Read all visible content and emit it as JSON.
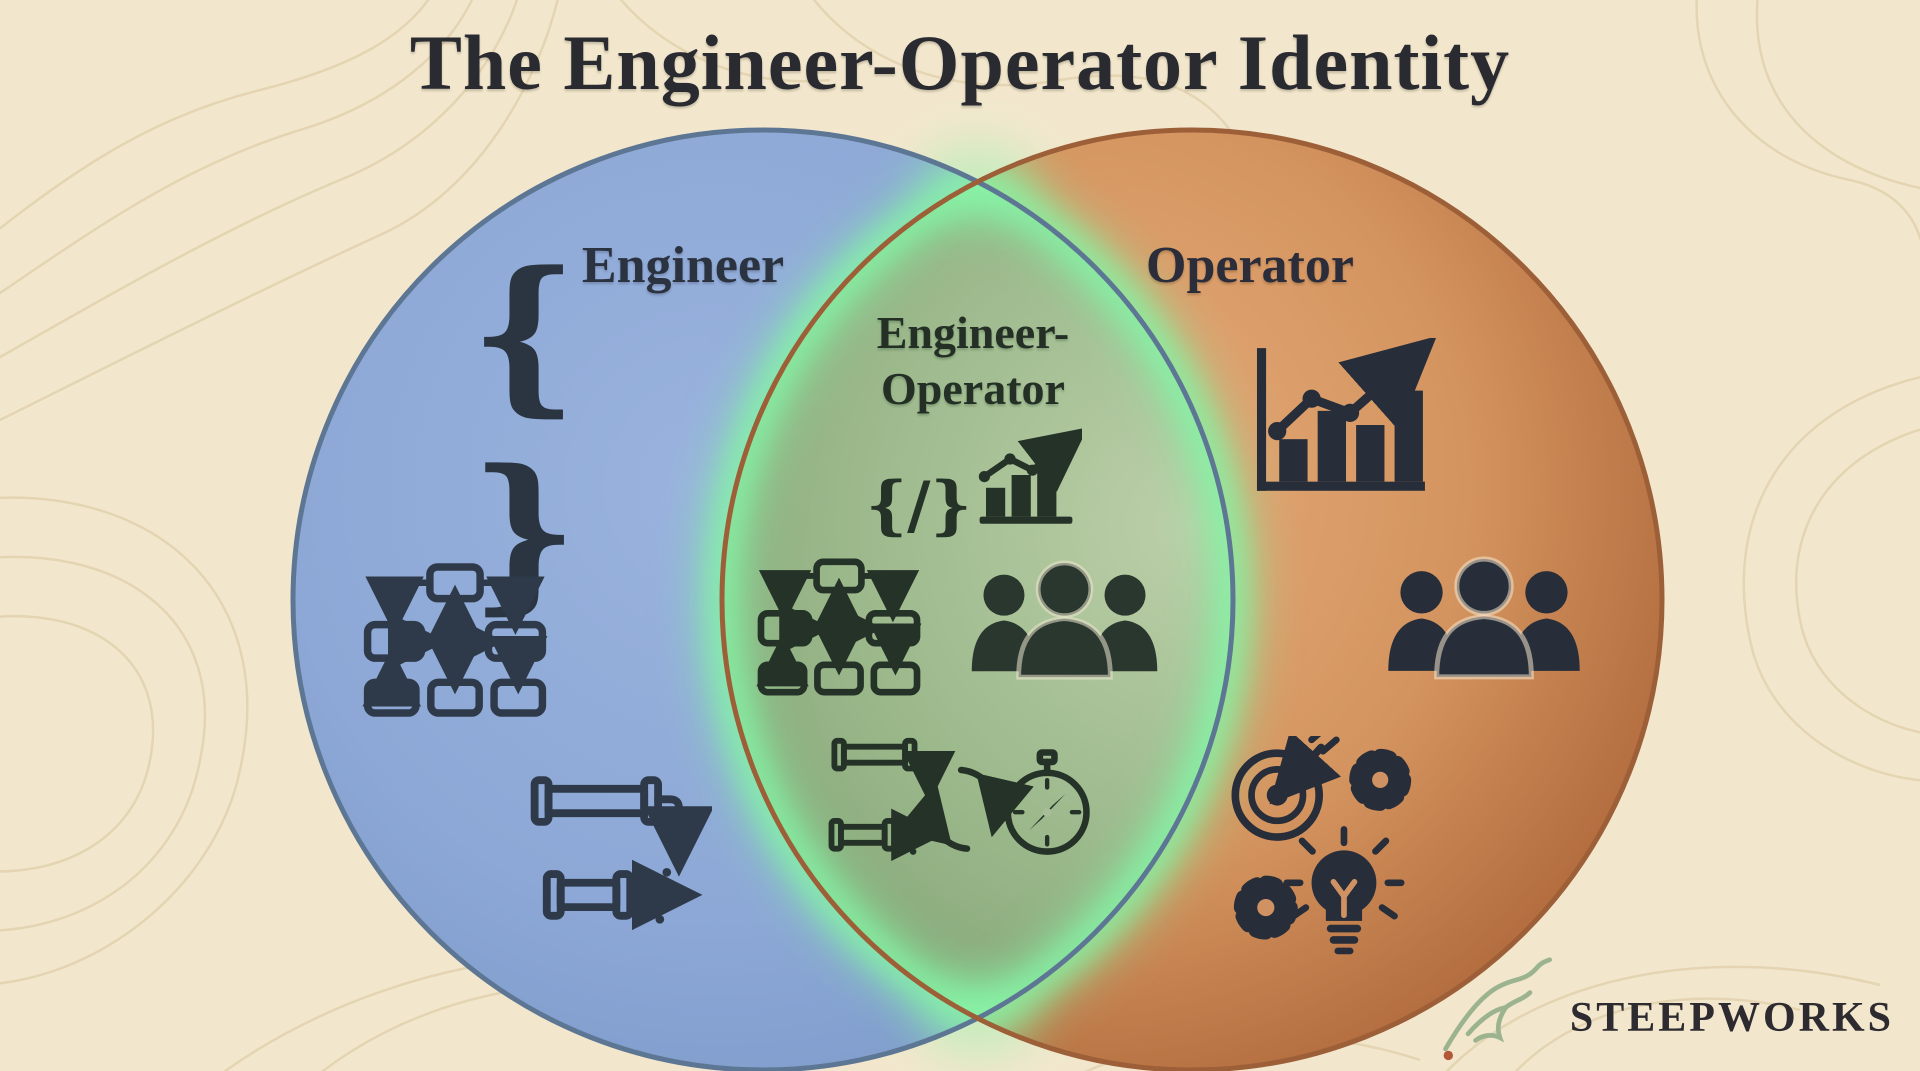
{
  "title": "The Engineer-Operator Identity",
  "diagram": {
    "left_circle": {
      "label": "Engineer",
      "fill": "#8da8d6",
      "border": "#5d7694",
      "glyphs": {
        "curly_braces": "{ }"
      },
      "icons": [
        "curly-braces-icon",
        "flowchart-icon",
        "pipeline-flow-icon"
      ]
    },
    "overlap": {
      "label_line1": "Engineer-",
      "label_line2": "Operator",
      "fill": "#9cba8c",
      "glow": "#7df0a0",
      "glyphs": {
        "code": "{/}"
      },
      "icons": [
        "code-chart-icon",
        "flowchart-icon",
        "team-icon",
        "pipeline-cycle-compass-icon"
      ]
    },
    "right_circle": {
      "label": "Operator",
      "fill": "#d3915e",
      "border": "#9d5f37",
      "icons": [
        "bar-chart-trend-icon",
        "team-icon",
        "target-arrow-icon",
        "gear-icon",
        "lightbulb-icon"
      ]
    }
  },
  "branding": {
    "name": "STEEPWORKS",
    "logo": "mountain-trail-logo",
    "logo_color": "#9cb390",
    "dot_color": "#b2593a"
  },
  "background": {
    "color": "#f2e7cd",
    "contour_color": "#ddcba4"
  }
}
